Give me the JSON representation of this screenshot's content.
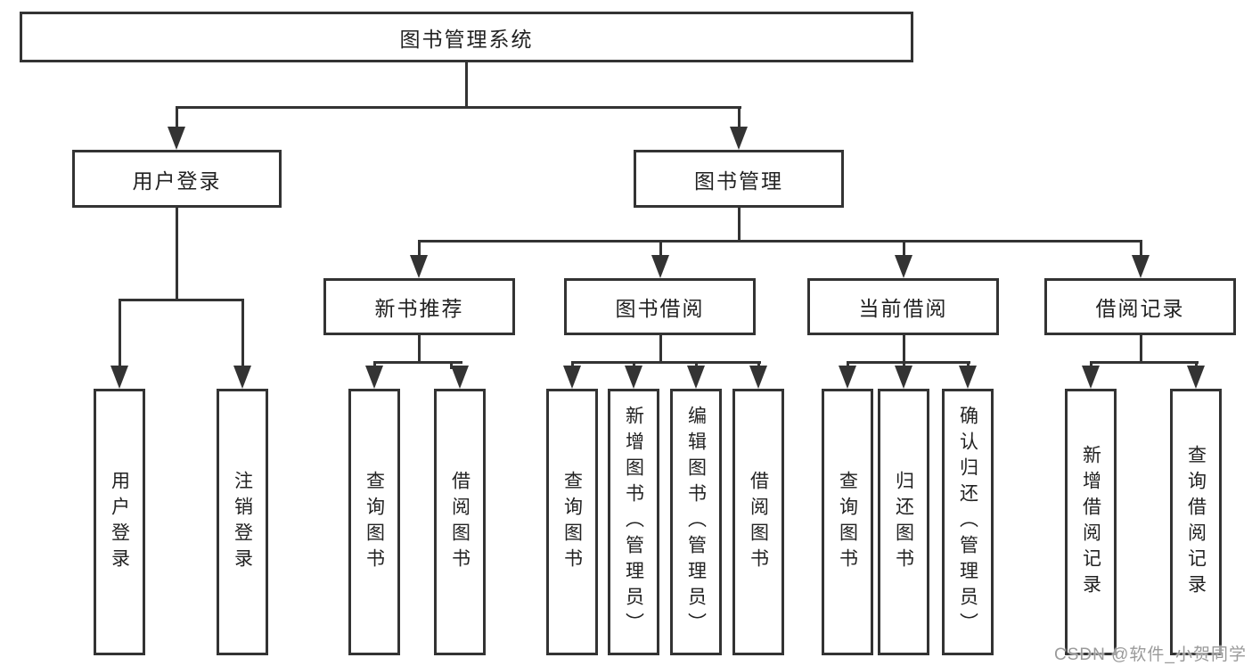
{
  "diagram": {
    "root": {
      "label": "图书管理系统"
    },
    "user_login": {
      "label": "用户登录",
      "children": [
        {
          "label": "用户登录"
        },
        {
          "label": "注销登录"
        }
      ]
    },
    "book_management": {
      "label": "图书管理",
      "groups": [
        {
          "label": "新书推荐",
          "children": [
            {
              "label": "查询图书"
            },
            {
              "label": "借阅图书"
            }
          ]
        },
        {
          "label": "图书借阅",
          "children": [
            {
              "label": "查询图书"
            },
            {
              "label": "新增图书（管理员）"
            },
            {
              "label": "编辑图书（管理员）"
            },
            {
              "label": "借阅图书"
            }
          ]
        },
        {
          "label": "当前借阅",
          "children": [
            {
              "label": "查询图书"
            },
            {
              "label": "归还图书"
            },
            {
              "label": "确认归还（管理员）"
            }
          ]
        },
        {
          "label": "借阅记录",
          "children": [
            {
              "label": "新增借阅记录"
            },
            {
              "label": "查询借阅记录"
            }
          ]
        }
      ]
    },
    "watermark": "CSDN @软件_小贺同学",
    "colors": {
      "line": "#333333",
      "text": "#222222",
      "box_background": "#ffffff",
      "watermark": "#9a9a9a"
    }
  }
}
